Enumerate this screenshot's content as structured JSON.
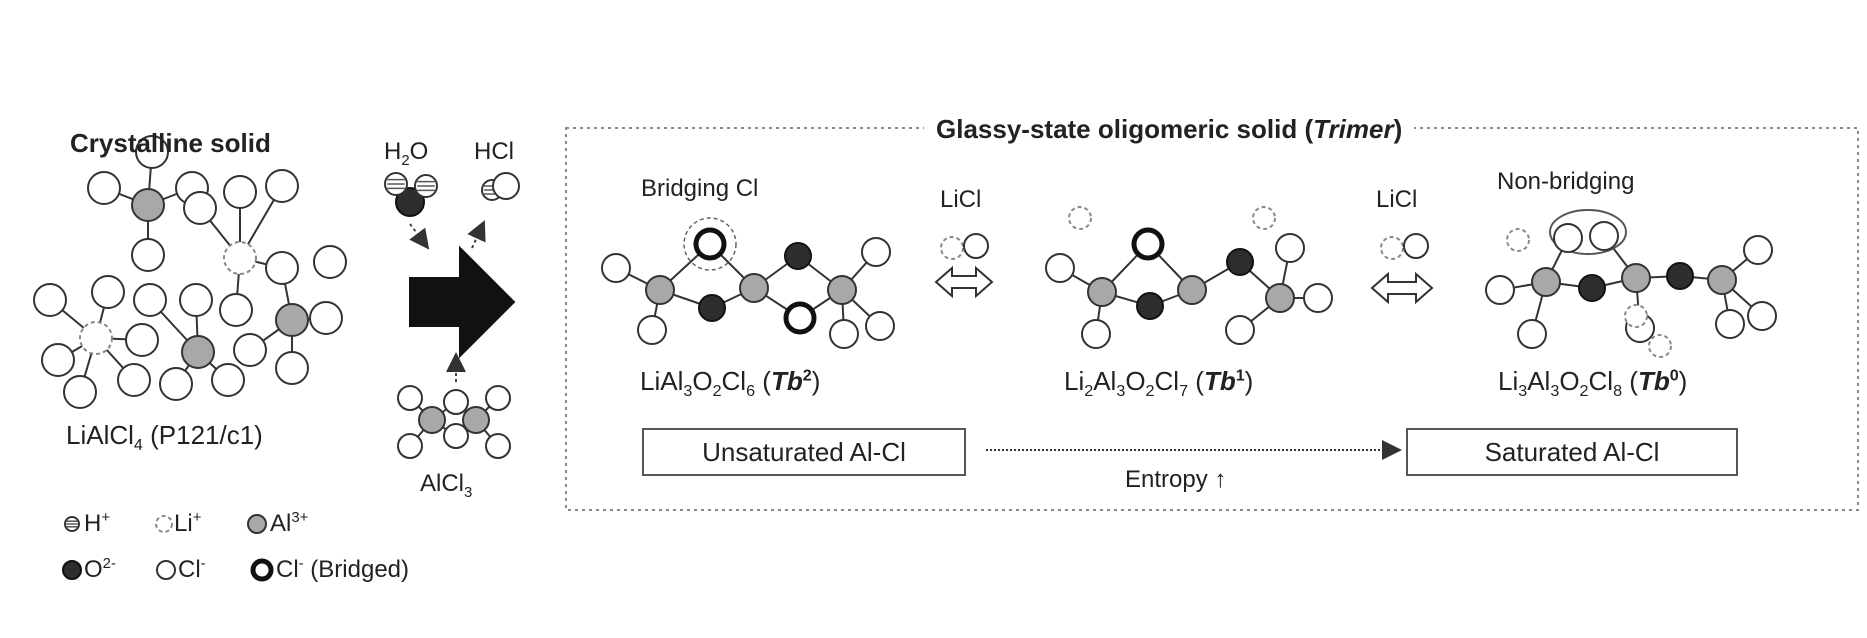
{
  "colors": {
    "al": "#a8a8a8",
    "o": "#2e2e2e",
    "cl": "#ffffff",
    "stroke": "#333333",
    "dash": "#888888"
  },
  "left": {
    "title": "Crystalline solid",
    "formula": {
      "pre": "LiAlCl",
      "sub": "4",
      "post": " (P121/c1)"
    }
  },
  "reaction": {
    "h2o": {
      "pre": "H",
      "sub": "2",
      "post": "O"
    },
    "hcl": "HCl",
    "alcl3": {
      "pre": "AlCl",
      "sub": "3"
    }
  },
  "legend": {
    "h": {
      "text": "H",
      "sup": "+"
    },
    "li": {
      "text": "Li",
      "sup": "+"
    },
    "al": {
      "text": "Al",
      "sup": "3+"
    },
    "o": {
      "text": "O",
      "sup": "2-"
    },
    "cl": {
      "text": "Cl",
      "sup": "-"
    },
    "clb": {
      "text": "Cl",
      "sup": "-",
      "post": " (Bridged)"
    }
  },
  "panel": {
    "title_pre": "Glassy-state oligomeric solid (",
    "title_em": "Trimer",
    "title_post": ")",
    "bridging": "Bridging Cl",
    "nonbridging": "Non-bridging",
    "licl1": "LiCl",
    "licl2": "LiCl",
    "tb2": {
      "f": [
        "LiAl",
        "3",
        "O",
        "2",
        "Cl",
        "6"
      ],
      "label": "Tb",
      "sup": "2"
    },
    "tb1": {
      "f": [
        "Li",
        "2",
        "Al",
        "3",
        "O",
        "2",
        "Cl",
        "7"
      ],
      "label": "Tb",
      "sup": "1"
    },
    "tb0": {
      "f": [
        "Li",
        "3",
        "Al",
        "3",
        "O",
        "2",
        "Cl",
        "8"
      ],
      "label": "Tb",
      "sup": "0"
    },
    "unsat": "Unsaturated Al-Cl",
    "sat": "Saturated Al-Cl",
    "entropy": "Entropy ↑"
  }
}
